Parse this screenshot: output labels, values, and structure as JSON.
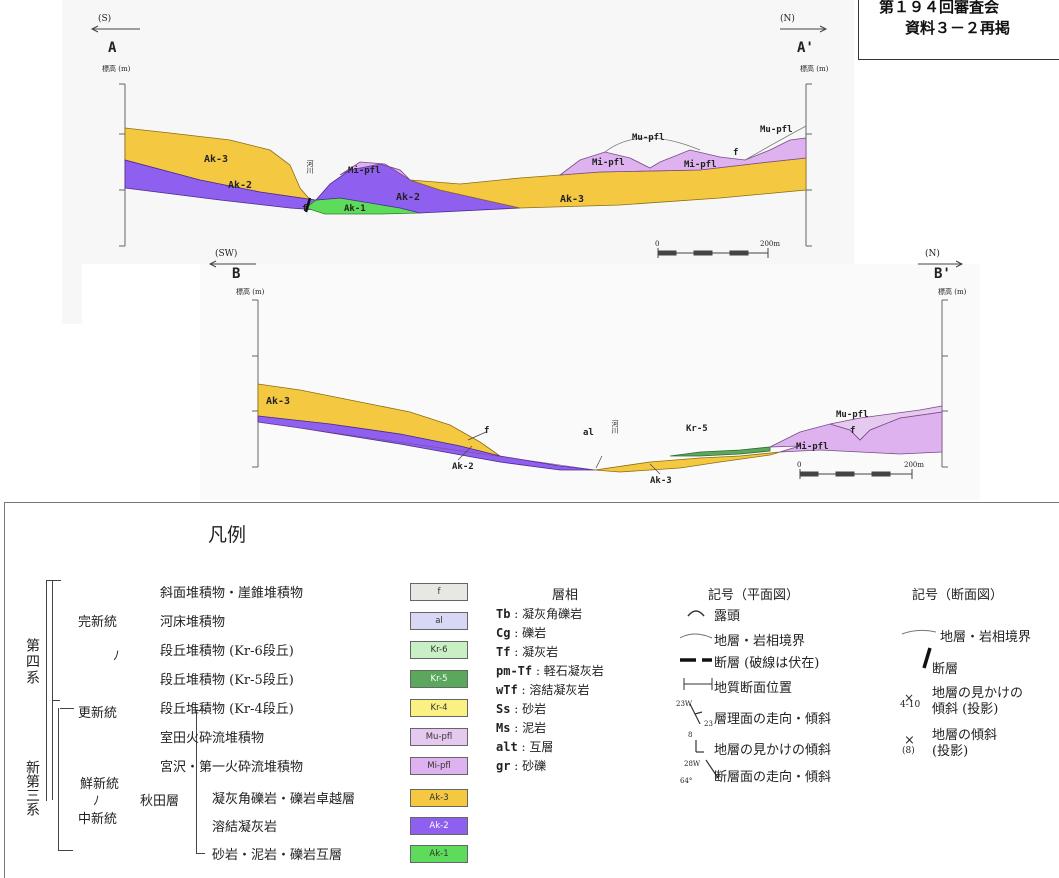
{
  "stamp": {
    "line1": "第１９４回審査会",
    "line2": "資料３－２再掲"
  },
  "section_a": {
    "left_dir": "(S)",
    "right_dir": "(N)",
    "left_label": "A",
    "right_label": "A'",
    "units_left": "標高 (m)",
    "units_right": "標高 (m)",
    "units": [
      {
        "id": "ak3_l",
        "text": "Ak-3"
      },
      {
        "id": "ak2_l",
        "text": "Ak-2"
      },
      {
        "id": "ak1",
        "text": "Ak-1"
      },
      {
        "id": "ak2_r",
        "text": "Ak-2"
      },
      {
        "id": "ak3_r",
        "text": "Ak-3"
      },
      {
        "id": "mipfl_1",
        "text": "Mi-pfl"
      },
      {
        "id": "mipfl_2",
        "text": "Mi-pfl"
      },
      {
        "id": "mipfl_3",
        "text": "Mi-pfl"
      },
      {
        "id": "mupfl_1",
        "text": "Mu-pfl"
      },
      {
        "id": "mupfl_2",
        "text": "Mu-pfl"
      },
      {
        "id": "f_a1",
        "text": "f"
      },
      {
        "id": "f_a2",
        "text": "f"
      },
      {
        "id": "river_a",
        "text": "河川"
      }
    ],
    "scale": {
      "zero": "0",
      "end": "200m"
    }
  },
  "section_b": {
    "left_dir": "(SW)",
    "right_dir": "(N)",
    "left_label": "B",
    "right_label": "B'",
    "units_left": "標高 (m)",
    "units_right": "標高 (m)",
    "units": [
      {
        "id": "b_ak3",
        "text": "Ak-3"
      },
      {
        "id": "b_ak2",
        "text": "Ak-2"
      },
      {
        "id": "b_ak3_low",
        "text": "Ak-3"
      },
      {
        "id": "b_f1",
        "text": "f"
      },
      {
        "id": "b_f2",
        "text": "f"
      },
      {
        "id": "b_al",
        "text": "al"
      },
      {
        "id": "b_kr5",
        "text": "Kr-5"
      },
      {
        "id": "b_mupfl",
        "text": "Mu-pfl"
      },
      {
        "id": "b_mipfl",
        "text": "Mi-pfl"
      },
      {
        "id": "river_b",
        "text": "河川"
      }
    ],
    "scale": {
      "zero": "0",
      "end": "200m"
    }
  },
  "legend": {
    "title": "凡例",
    "era_quaternary": "第四系",
    "era_neogene": "新第三系",
    "holocene": "完新統",
    "tilde": "ﾉ",
    "pleistocene": "更新統",
    "pliocene": "鮮新統",
    "miocene": "中新統",
    "akita": "秋田層",
    "strata": [
      {
        "label": "斜面堆積物・崖錐堆積物",
        "code": "f",
        "color": "#e8e8e3"
      },
      {
        "label": "河床堆積物",
        "code": "al",
        "color": "#d8d8f4"
      },
      {
        "label": "段丘堆積物 (Kr-6段丘)",
        "code": "Kr-6",
        "color": "#c9efc4"
      },
      {
        "label": "段丘堆積物 (Kr-5段丘)",
        "code": "Kr-5",
        "color": "#5ba85c"
      },
      {
        "label": "段丘堆積物 (Kr-4段丘)",
        "code": "Kr-4",
        "color": "#fbf182"
      },
      {
        "label": "室田火砕流堆積物",
        "code": "Mu-pfl",
        "color": "#e6c9ee"
      },
      {
        "label": "宮沢・第一火砕流堆積物",
        "code": "Mi-pfl",
        "color": "#ddb2ee"
      },
      {
        "label": "凝灰角礫岩・礫岩卓越層",
        "code": "Ak-3",
        "color": "#f5c842"
      },
      {
        "label": "溶結凝灰岩",
        "code": "Ak-2",
        "color": "#8f5ff0"
      },
      {
        "label": "砂岩・泥岩・礫岩互層",
        "code": "Ak-1",
        "color": "#5cdc5a"
      }
    ],
    "lithofacies_title": "層相",
    "lithofacies": [
      {
        "code": "Tb",
        "desc": "凝灰角礫岩"
      },
      {
        "code": "Cg",
        "desc": "礫岩"
      },
      {
        "code": "Tf",
        "desc": "凝灰岩"
      },
      {
        "code": "pm-Tf",
        "desc": "軽石凝灰岩"
      },
      {
        "code": "wTf",
        "desc": "溶結凝灰岩"
      },
      {
        "code": "Ss",
        "desc": "砂岩"
      },
      {
        "code": "Ms",
        "desc": "泥岩"
      },
      {
        "code": "alt",
        "desc": "互層"
      },
      {
        "code": "gr",
        "desc": "砂礫"
      }
    ],
    "plan_title": "記号（平面図）",
    "plan_symbols": [
      "露頭",
      "地層・岩相境界",
      "断層 (破線は伏在)",
      "地質断面位置",
      "層理面の走向・傾斜",
      "地層の見かけの傾斜",
      "断層面の走向・傾斜"
    ],
    "plan_marks": {
      "strike1": "23W",
      "dip1": "23",
      "app": "8",
      "strike2": "28W",
      "dip2": "64°"
    },
    "section_title": "記号（断面図）",
    "section_symbols": [
      "地層・岩相境界",
      "断層",
      "地層の見かけの",
      "傾斜 (投影)",
      "地層の傾斜",
      "(投影)"
    ],
    "section_marks": {
      "range": "4-10",
      "paren": "(8)"
    },
    "colors": {
      "ak3": "#f5c842",
      "ak2": "#8f5ff0",
      "ak1": "#5cdc5a",
      "mi": "#ddb2ee",
      "mu": "#e6c9ee",
      "kr5": "#5ba85c"
    }
  }
}
